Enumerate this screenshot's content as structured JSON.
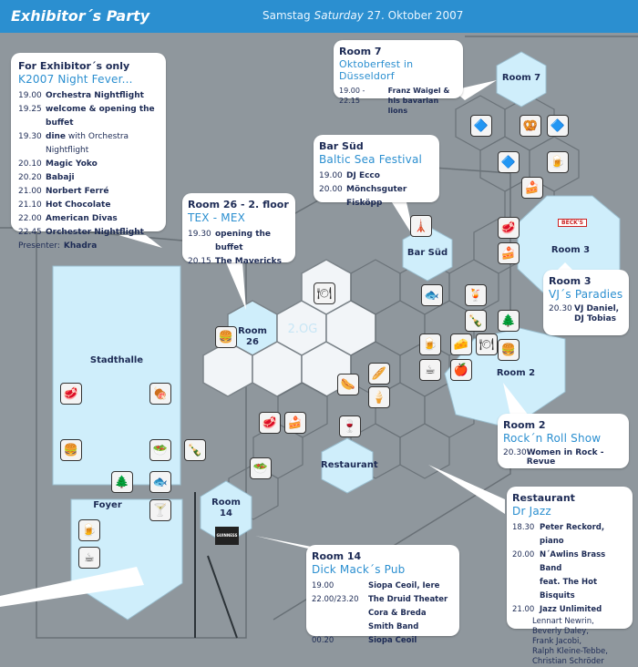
{
  "header": {
    "title": "Exhibitor´s Party",
    "date_prefix": "Samstag",
    "date_day": "Saturday",
    "date_rest": "27. Oktober 2007"
  },
  "cards": {
    "exhibitor": {
      "title": "For Exhibitor´s only",
      "subtitle": "K2007 Night Fever...",
      "rows": [
        {
          "time": "19.00",
          "text": "Orchestra Nightflight",
          "extra": ""
        },
        {
          "time": "19.25",
          "text": "welcome & opening the buffet",
          "extra": ""
        },
        {
          "time": "19.30",
          "text": "dine",
          "extra": " with Orchestra Nightflight"
        },
        {
          "time": "20.10",
          "text": "Magic Yoko",
          "extra": ""
        },
        {
          "time": "20.20",
          "text": "Babaji",
          "extra": ""
        },
        {
          "time": "21.00",
          "text": "Norbert Ferré",
          "extra": ""
        },
        {
          "time": "21.10",
          "text": "Hot Chocolate",
          "extra": ""
        },
        {
          "time": "22.00",
          "text": "American Divas",
          "extra": ""
        },
        {
          "time": "22.45",
          "text": "Orchester Nightflight",
          "extra": ""
        }
      ],
      "presenter_label": "Presenter:",
      "presenter_name": "Khadra"
    },
    "room7": {
      "title": "Room 7",
      "subtitle": "Oktoberfest in Düsseldorf",
      "time": "19.00 - 22.15",
      "line1": "Franz Waigel &",
      "line2": "his bavarian lions"
    },
    "barsued": {
      "title": "Bar Süd",
      "subtitle": "Baltic Sea Festival",
      "rows": [
        {
          "time": "19.00",
          "text": "DJ Ecco"
        },
        {
          "time": "20.00",
          "text": "Mönchsguter Fisköpp"
        }
      ]
    },
    "room26": {
      "title": "Room 26 - 2. floor",
      "subtitle": "TEX - MEX",
      "rows": [
        {
          "time": "19.30",
          "text": "opening the buffet"
        },
        {
          "time": "20.15",
          "text": "The Mavericks"
        }
      ]
    },
    "room3": {
      "title": "Room 3",
      "subtitle": "VJ´s Paradies",
      "time": "20.30",
      "line1": "VJ Daniel,",
      "line2": "DJ Tobias"
    },
    "room2": {
      "title": "Room 2",
      "subtitle": "Rock´n Roll Show",
      "time": "20.30",
      "text": "Women in Rock - Revue"
    },
    "restaurant": {
      "title": "Restaurant",
      "subtitle": "Dr Jazz",
      "rows": [
        {
          "time": "18.30",
          "text": "Peter Reckord, piano"
        },
        {
          "time": "20.00",
          "text": "N´Awlins Brass Band"
        },
        {
          "time": "",
          "text": "feat. The Hot Bisquits"
        },
        {
          "time": "21.00",
          "text": "Jazz Unlimited"
        }
      ],
      "members": [
        "Lennart Newrin,",
        "Beverly Daley,",
        "Frank Jacobi,",
        "Ralph Kleine-Tebbe,",
        "Christian Schröder"
      ]
    },
    "room14": {
      "title": "Room 14",
      "subtitle": "Dick Mack´s Pub",
      "rows": [
        {
          "time": "19.00",
          "text": "Siopa Ceoil, Iere"
        },
        {
          "time": "22.00/23.20",
          "text": "The Druid Theater"
        },
        {
          "time": "",
          "text": "Cora & Breda Smith Band"
        },
        {
          "time": "00.20",
          "text": "Siopa Ceoil"
        }
      ]
    }
  },
  "map_labels": {
    "stadthalle": "Stadthalle",
    "foyer": "Foyer",
    "room26": "Room 26",
    "floor2": "2.OG",
    "barsued": "Bar Süd",
    "room7": "Room 7",
    "room3": "Room 3",
    "room2": "Room 2",
    "restaurant": "Restaurant",
    "room14": "Room 14",
    "room3_sign": "BECK'S",
    "guinness": "GUINNESS"
  },
  "colors": {
    "header": "#2b8fd0",
    "map_bg": "#8f979d",
    "room_fill": "#cfeefb",
    "hex_white": "#f2f5f8",
    "text_dark": "#1d2b55",
    "accent": "#2b8fd0"
  },
  "icons": [
    "steak-icon",
    "grill-icon",
    "burger-icon",
    "salad-icon",
    "wine-bottles-icon",
    "tree-icon",
    "fish-icon",
    "cocktail-icon",
    "coffee-icon",
    "beer-icon",
    "bread-icon",
    "cake-icon",
    "icecream-icon",
    "hotdog-icon",
    "lighthouse-icon",
    "bavarian-flag-icon",
    "pretzel-icon",
    "apple-icon",
    "cheese-icon",
    "plate-icon"
  ]
}
